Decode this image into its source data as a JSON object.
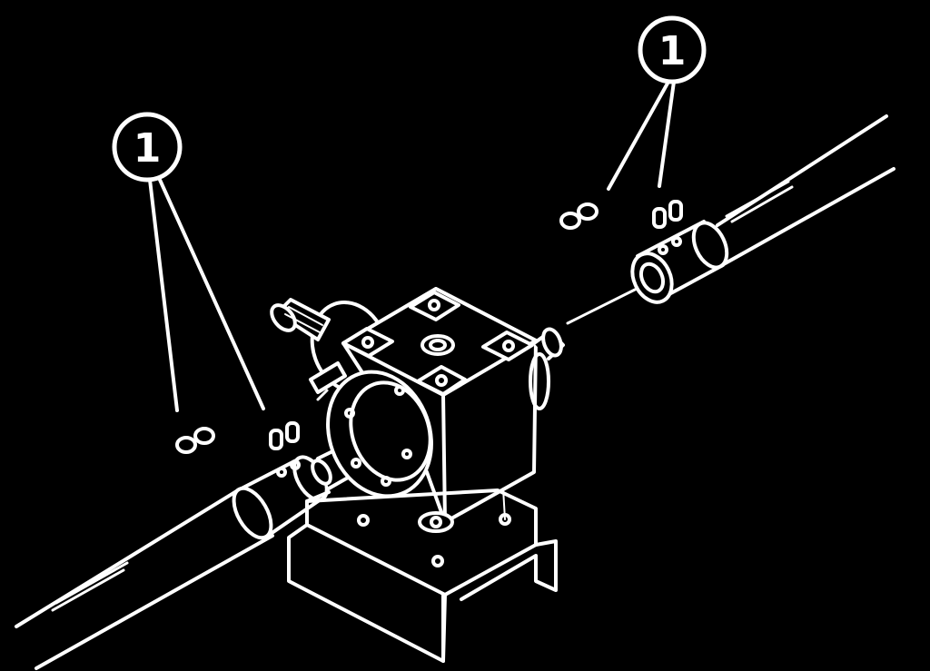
{
  "diagram": {
    "callouts": [
      {
        "id": "callout-left",
        "number": "1"
      },
      {
        "id": "callout-right",
        "number": "1"
      }
    ],
    "colors": {
      "background": "#000000",
      "line": "#ffffff"
    }
  }
}
